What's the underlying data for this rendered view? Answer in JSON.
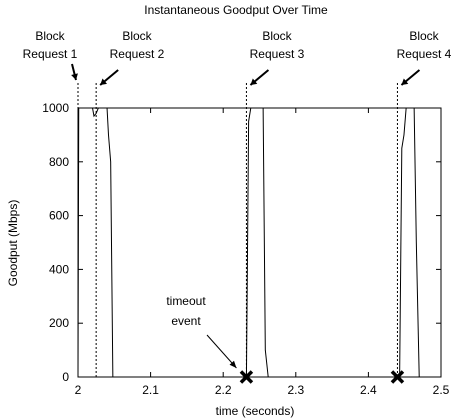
{
  "chart_data": {
    "type": "line",
    "title": "Instantaneous Goodput Over Time",
    "xlabel": "time (seconds)",
    "ylabel": "Goodput (Mbps)",
    "xlim": [
      2.0,
      2.5
    ],
    "ylim": [
      0,
      1000
    ],
    "x_ticks": [
      "2",
      "2.1",
      "2.2",
      "2.3",
      "2.4",
      "2.5"
    ],
    "y_ticks": [
      "0",
      "200",
      "400",
      "600",
      "800",
      "1000"
    ],
    "grid": false,
    "series": [
      {
        "values": [
          [
            2.0,
            0
          ],
          [
            2.001,
            1000
          ],
          [
            2.003,
            1000
          ],
          [
            2.005,
            1000
          ],
          [
            2.007,
            1000
          ],
          [
            2.02,
            1000
          ],
          [
            2.022,
            970
          ],
          [
            2.025,
            980
          ],
          [
            2.028,
            1000
          ],
          [
            2.031,
            1000
          ],
          [
            2.04,
            1000
          ],
          [
            2.042,
            900
          ],
          [
            2.045,
            800
          ],
          [
            2.048,
            0
          ],
          [
            2.232,
            0
          ],
          [
            2.235,
            950
          ],
          [
            2.238,
            1000
          ],
          [
            2.255,
            1000
          ],
          [
            2.258,
            100
          ],
          [
            2.262,
            0
          ],
          [
            2.443,
            0
          ],
          [
            2.446,
            850
          ],
          [
            2.449,
            900
          ],
          [
            2.452,
            1000
          ],
          [
            2.46,
            1000
          ],
          [
            2.463,
            1000
          ],
          [
            2.466,
            500
          ],
          [
            2.47,
            0
          ]
        ]
      }
    ],
    "markers": [
      {
        "shape": "x",
        "x": 2.232,
        "y": 0
      },
      {
        "shape": "x",
        "x": 2.44,
        "y": 0
      }
    ],
    "block_requests": [
      {
        "label_line1": "Block",
        "label_line2": "Request 1",
        "x": 2.0
      },
      {
        "label_line1": "Block",
        "label_line2": "Request 2",
        "x": 2.025
      },
      {
        "label_line1": "Block",
        "label_line2": "Request 3",
        "x": 2.232
      },
      {
        "label_line1": "Block",
        "label_line2": "Request 4",
        "x": 2.44
      }
    ],
    "annotation": {
      "line1": "timeout",
      "line2": "event"
    }
  }
}
